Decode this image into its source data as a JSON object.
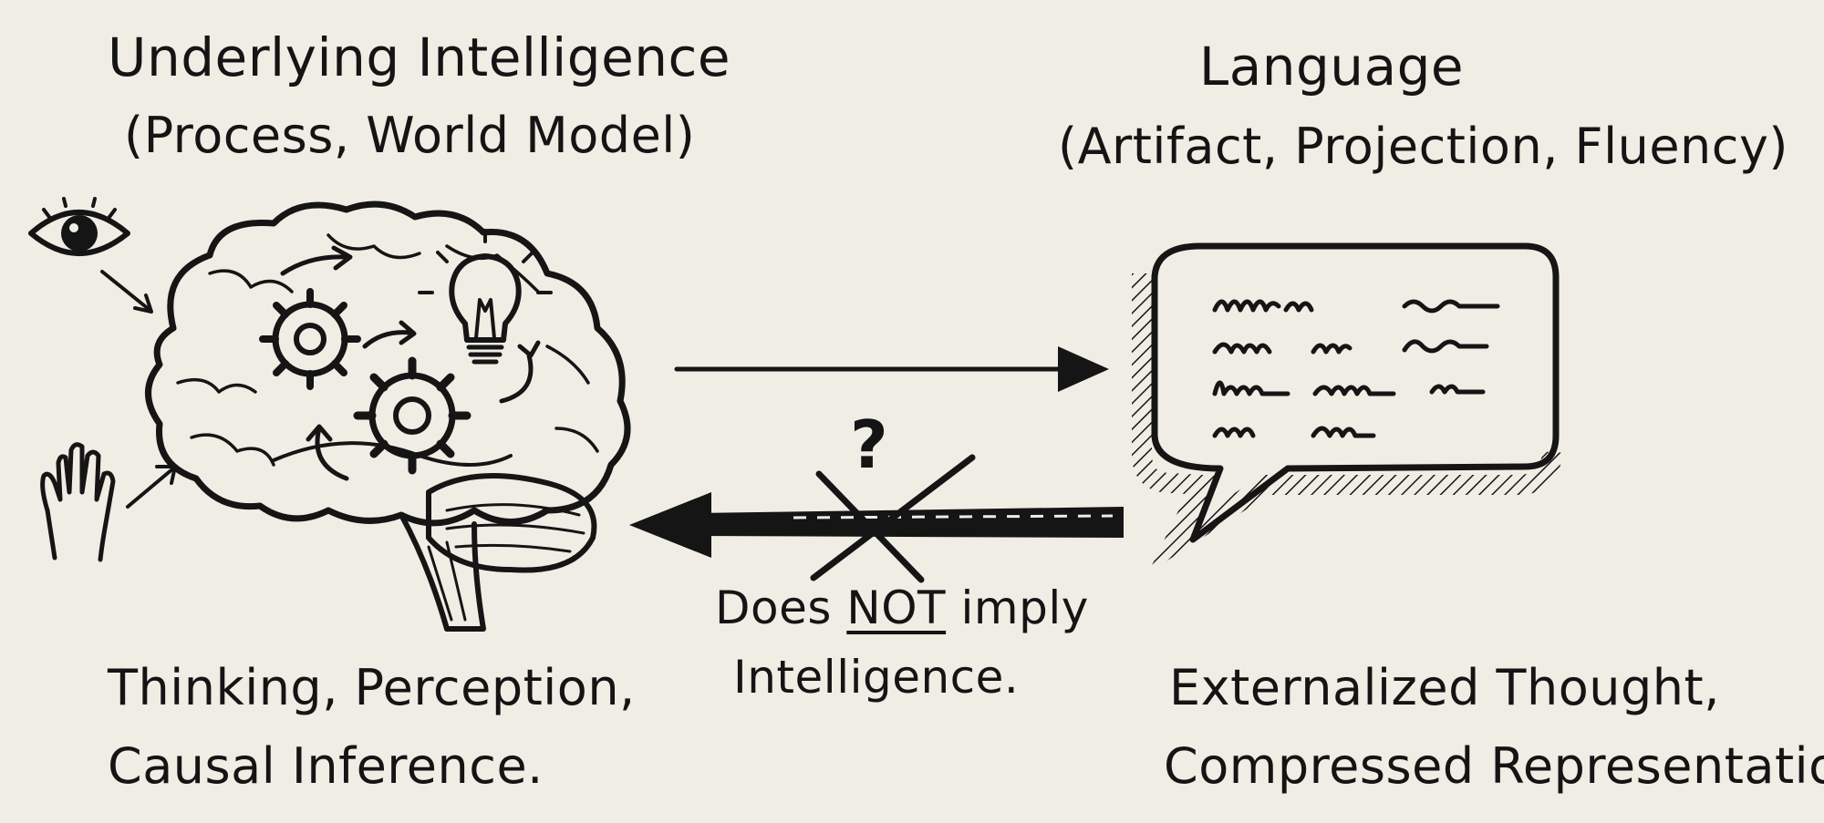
{
  "left": {
    "title": "Underlying Intelligence",
    "subtitle": "(Process, World Model)",
    "caption_line1": "Thinking, Perception,",
    "caption_line2": "Causal Inference."
  },
  "right": {
    "title": "Language",
    "subtitle": "(Artifact, Projection, Fluency)",
    "caption_line1": "Externalized Thought,",
    "caption_line2": "Compressed Representation."
  },
  "middle": {
    "question_mark": "?",
    "note_prefix": "Does ",
    "note_emphasis": "NOT",
    "note_suffix": " imply",
    "note_line2": "Intelligence."
  },
  "icons": [
    "eye-icon",
    "hand-icon",
    "brain-icon",
    "gear-icon",
    "lightbulb-icon",
    "speech-bubble-icon"
  ],
  "colors": {
    "background": "#efede4",
    "ink": "#151515"
  }
}
